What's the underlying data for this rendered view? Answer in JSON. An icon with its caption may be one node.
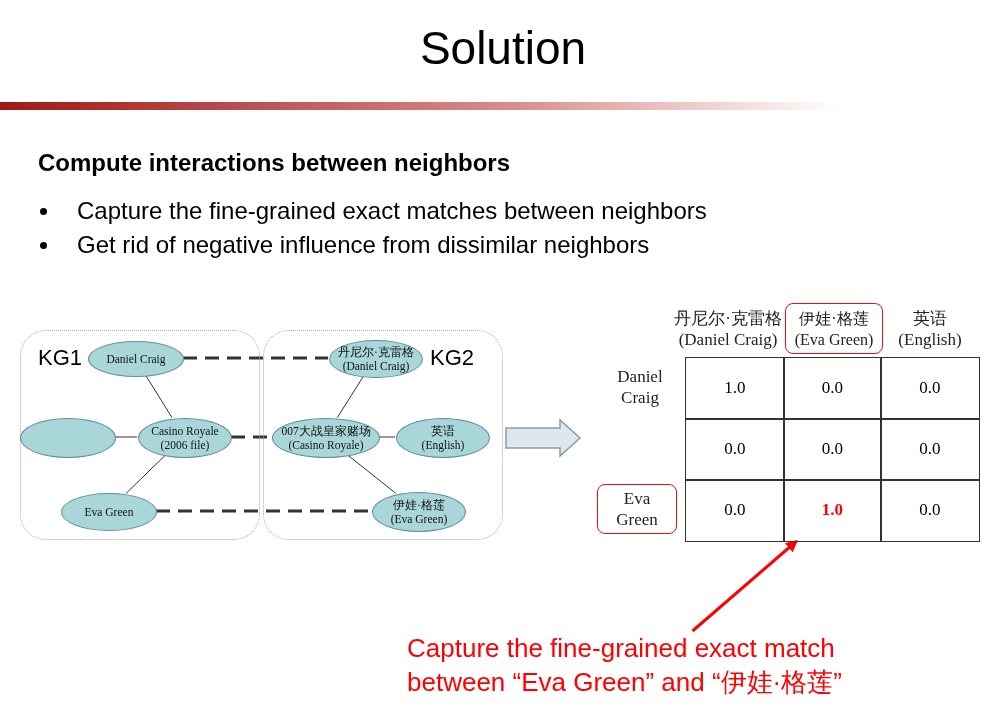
{
  "diagram": {
    "title": "Solution",
    "nodes": [
      {
        "text": [
          "KG1"
        ]
      },
      {
        "text": [
          "Daniel Craig"
        ],
        "in": 0
      },
      {
        "text": [],
        "shape": "ellipse",
        "in": 0
      },
      {
        "text": [
          "Casino Royale (2006 file)"
        ],
        "in": 0
      },
      {
        "text": [
          "Eva Green"
        ],
        "in": 0
      },
      {
        "text": [
          "KG2"
        ]
      },
      {
        "text": [
          "丹尼尔·克雷格 (Daniel Craig)"
        ],
        "in": 5
      },
      {
        "text": [
          "007大战皇家赌场 (Casino Royale)"
        ],
        "in": 5
      },
      {
        "text": [
          "英语 (English)"
        ],
        "in": 5
      },
      {
        "text": [
          "伊娃·格莲 (Eva Green)"
        ],
        "in": 5
      },
      {
        "text": [
          "伊娃·格莲 (Eva Green)"
        ]
      },
      {
        "text": [
          "Eva Green"
        ]
      },
      {
        "text": [
          "Capture the fine-grained exact match between “Eva Green” and “伊娃·格莲”"
        ]
      },
      {
        "text": [
          "1.0"
        ]
      }
    ],
    "edges": [
      {
        "from": 1,
        "to": 3,
        "arrow": "none"
      },
      {
        "from": 2,
        "to": 3,
        "arrow": "none"
      },
      {
        "from": 3,
        "to": 4,
        "arrow": "none"
      },
      {
        "from": 1,
        "to": 6,
        "arrow": "none",
        "style": "dashed"
      },
      {
        "from": 3,
        "to": 7,
        "arrow": "none",
        "style": "dashed"
      },
      {
        "from": 4,
        "to": 9,
        "arrow": "none",
        "style": "dashed"
      },
      {
        "from": 6,
        "to": 7,
        "arrow": "none"
      },
      {
        "from": 7,
        "to": 8,
        "arrow": "none"
      },
      {
        "from": 7,
        "to": 9,
        "arrow": "none"
      },
      {
        "from": 12,
        "to": 13,
        "arrow": "to",
        "style": "thick",
        "color": "#ff0000"
      }
    ],
    "labels": [
      "Compute interactions between neighbors",
      "Capture the fine-grained exact matches between neighbors",
      "Get rid of negative influence from dissimilar neighbors",
      "丹尼尔·克雷格 (Daniel Craig)",
      "英语 (English)",
      "Daniel Craig",
      "1.0",
      "0.0",
      "0.0",
      "0.0",
      "0.0",
      "0.0",
      "0.0",
      "0.0"
    ]
  }
}
